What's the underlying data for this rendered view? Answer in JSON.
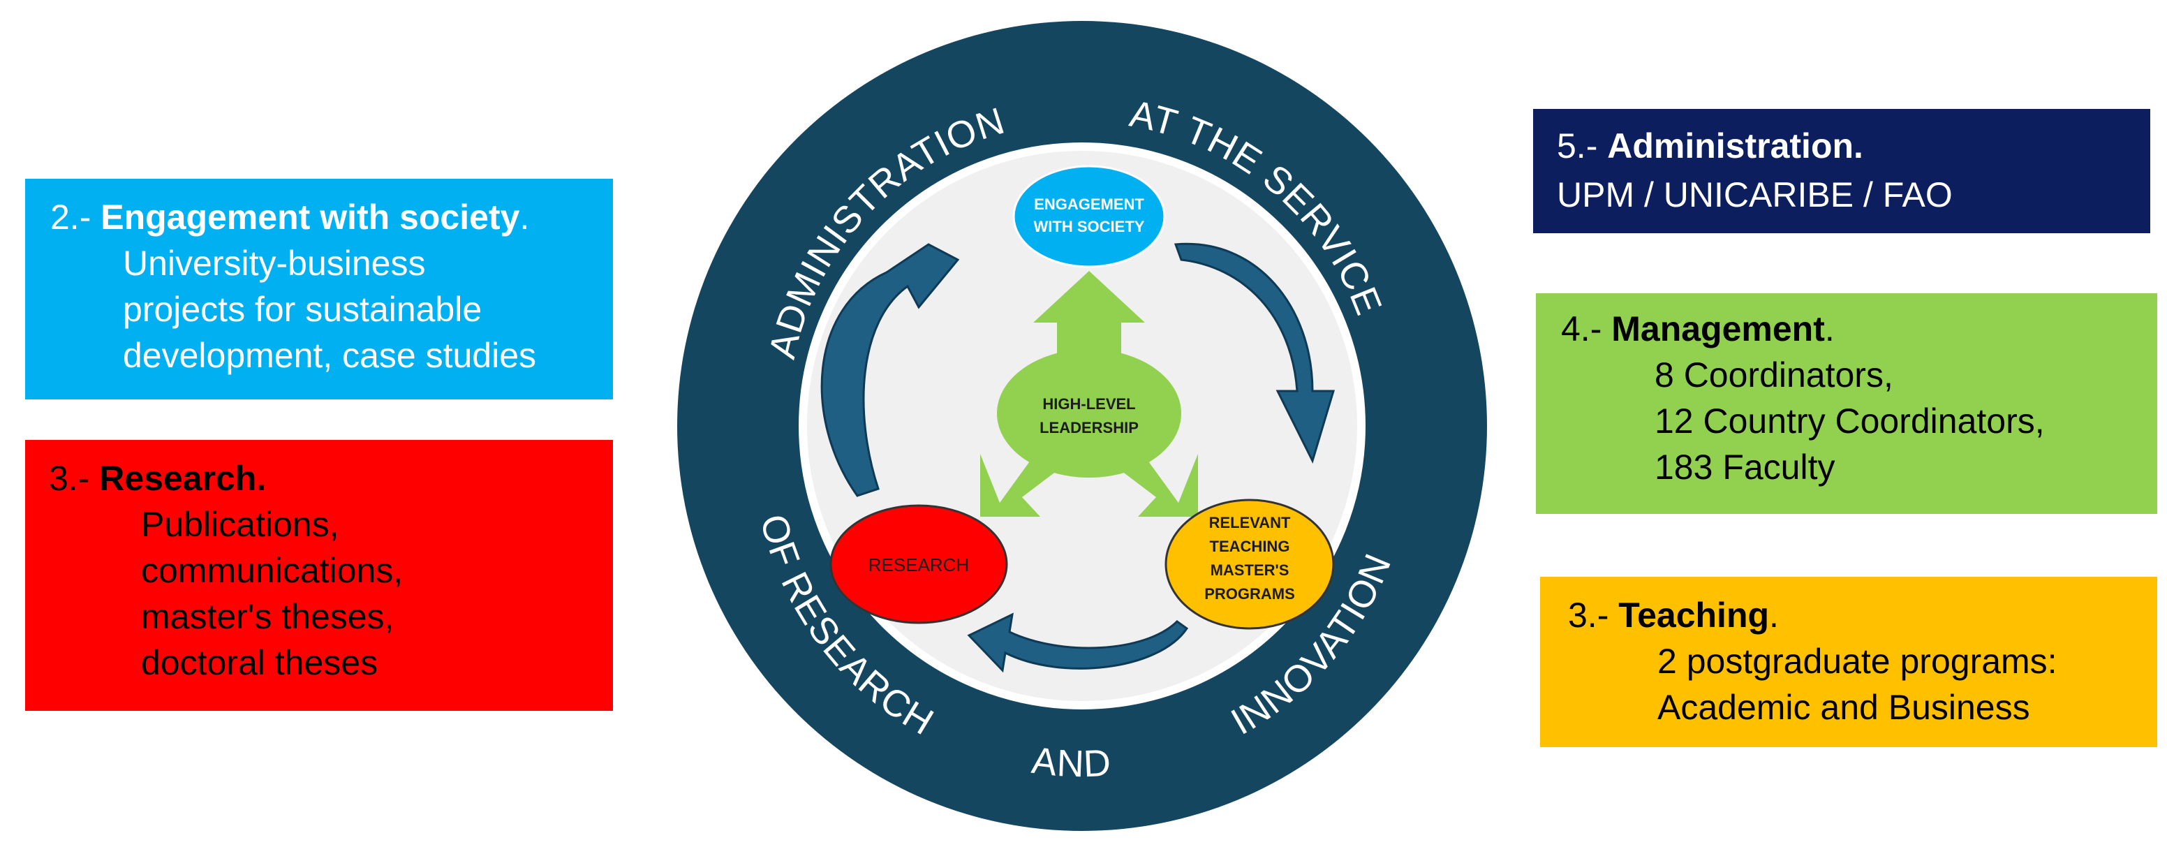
{
  "ring": {
    "top_left": "ADMINISTRATION",
    "top_right": "AT THE SERVICE",
    "bottom_left": "OF RESEARCH",
    "bottom_middle": "AND",
    "bottom_right": "INNOVATION"
  },
  "nodes": {
    "society": [
      "ENGAGEMENT",
      "WITH SOCIETY"
    ],
    "leadership": [
      "HIGH-LEVEL",
      "LEADERSHIP"
    ],
    "research": [
      "RESEARCH"
    ],
    "teaching": [
      "RELEVANT",
      "TEACHING",
      "MASTER'S",
      "PROGRAMS"
    ]
  },
  "boxes": {
    "society": {
      "number": "2.- ",
      "title": "Engagement with society",
      "title_suffix": ".",
      "lines": [
        "University-business",
        "projects for sustainable",
        "development, case studies"
      ]
    },
    "research": {
      "number": "3.- ",
      "title": "Research.",
      "lines": [
        "Publications,",
        "communications,",
        "master's theses,",
        "doctoral theses"
      ]
    },
    "admin": {
      "number": "5.- ",
      "title": "Administration.",
      "lines": [
        "UPM / UNICARIBE / FAO"
      ]
    },
    "management": {
      "number": "4.- ",
      "title": "Management",
      "title_suffix": ".",
      "lines": [
        "8 Coordinators,",
        "12 Country Coordinators,",
        "183 Faculty"
      ]
    },
    "teaching": {
      "number": "3.- ",
      "title": "Teaching",
      "title_suffix": ".",
      "lines": [
        "2 postgraduate programs:",
        "Academic and Business"
      ]
    }
  },
  "colors": {
    "ring": "#154660",
    "inner": "#f0f0f0",
    "society": "#00b0f0",
    "research": "#ff0000",
    "admin": "#0c1e5e",
    "management": "#92d050",
    "teaching": "#ffc000",
    "arrow": "#1f5f83"
  }
}
